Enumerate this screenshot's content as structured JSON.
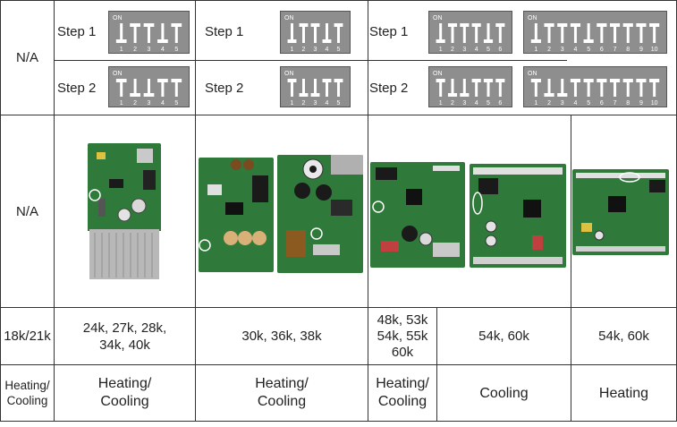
{
  "rows": {
    "row1_label": "N/A",
    "row2_label": "N/A",
    "row3_label": "18k/21k",
    "row4_label": [
      "Heating/",
      "Cooling"
    ]
  },
  "step_labels": {
    "step1": "Step 1",
    "step2": "Step 2"
  },
  "dip_on_label": "ON",
  "dip_switches": [
    {
      "group": "col1",
      "step": 1,
      "switches": 5,
      "on": [
        false,
        true,
        true,
        false,
        true
      ]
    },
    {
      "group": "col1",
      "step": 2,
      "switches": 5,
      "on": [
        true,
        false,
        false,
        true,
        true
      ]
    },
    {
      "group": "col2",
      "step": 1,
      "switches": 5,
      "on": [
        false,
        true,
        true,
        false,
        true
      ]
    },
    {
      "group": "col2",
      "step": 2,
      "switches": 5,
      "on": [
        true,
        false,
        false,
        true,
        true
      ]
    },
    {
      "group": "col3a",
      "step": 1,
      "switches": 6,
      "on": [
        false,
        true,
        true,
        true,
        false,
        true
      ]
    },
    {
      "group": "col3b",
      "step": 1,
      "switches": 10,
      "on": [
        false,
        true,
        true,
        true,
        false,
        true,
        true,
        true,
        true,
        true
      ]
    },
    {
      "group": "col3a",
      "step": 2,
      "switches": 6,
      "on": [
        true,
        false,
        false,
        true,
        true,
        true
      ]
    },
    {
      "group": "col3b",
      "step": 2,
      "switches": 10,
      "on": [
        true,
        false,
        false,
        true,
        true,
        true,
        true,
        true,
        true,
        true
      ]
    }
  ],
  "capacities": {
    "col1": [
      "24k, 27k, 28k,",
      "34k, 40k"
    ],
    "col2": "30k, 36k, 38k",
    "col3a": [
      "48k, 53k",
      "54k, 55k",
      "60k"
    ],
    "col3b": "54k, 60k",
    "col4": "54k, 60k"
  },
  "modes": {
    "col1": [
      "Heating/",
      "Cooling"
    ],
    "col2": [
      "Heating/",
      "Cooling"
    ],
    "col3a": [
      "Heating/",
      "Cooling"
    ],
    "col3b": "Cooling",
    "col4": "Heating"
  },
  "colors": {
    "board_green": "#2f7a3a",
    "dip_body": "#8e8e8e",
    "heatsink": "#b8b8b8"
  }
}
